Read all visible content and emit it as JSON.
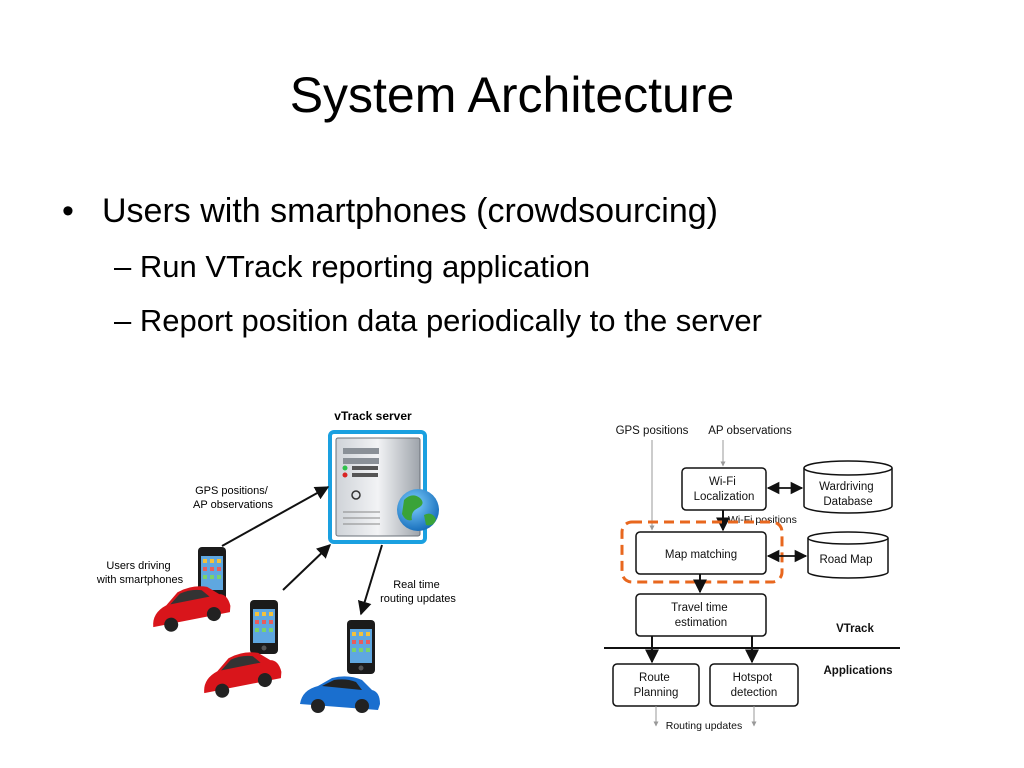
{
  "slide": {
    "title": "System Architecture",
    "bullet_main": "Users with smartphones (crowdsourcing)",
    "sub_bullets": [
      "Run VTrack reporting application",
      "Report position data periodically to the server"
    ],
    "bullet_glyph": "•",
    "dash_glyph": "–"
  },
  "left_diagram": {
    "server_label": "vTrack server",
    "uplink_label": [
      "GPS positions/",
      "AP observations"
    ],
    "users_label": [
      "Users driving",
      "with smartphones"
    ],
    "downlink_label": [
      "Real time",
      "routing updates"
    ],
    "car_colors": [
      "#d9151b",
      "#1a6fcf"
    ]
  },
  "right_diagram": {
    "inputs": [
      "GPS positions",
      "AP observations"
    ],
    "wifi_box": [
      "Wi-Fi",
      "Localization"
    ],
    "wardriving_db": [
      "Wardriving",
      "Database"
    ],
    "wifi_positions": "Wi-Fi positions",
    "map_matching": "Map matching",
    "road_map": "Road Map",
    "travel_time": [
      "Travel time",
      "estimation"
    ],
    "vtrack_label": "VTrack",
    "applications_label": "Applications",
    "route_planning": [
      "Route",
      "Planning"
    ],
    "hotspot": [
      "Hotspot",
      "detection"
    ],
    "routing_updates": "Routing updates",
    "highlight_color": "#e8671e"
  }
}
